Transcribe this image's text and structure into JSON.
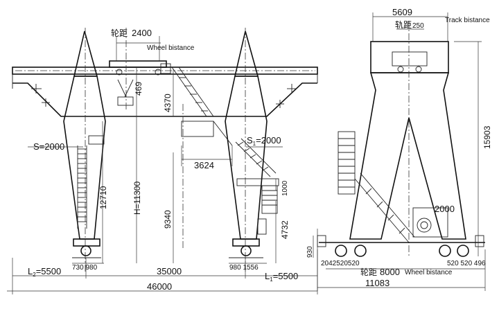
{
  "front_view": {
    "wheel_base_cn": "轮距",
    "wheel_base_value": "2400",
    "wheel_base_en": "Wheel bistance",
    "dim_469": "469",
    "dim_4370": "4370",
    "dim_3624": "3624",
    "hook_height": "H=11300",
    "dim_12710": "12710",
    "dim_9340": "9340",
    "dim_4732": "4732",
    "dim_1000": "1000",
    "hook_approach_left": "S=2000",
    "hook_approach_right_prefix": "S",
    "hook_approach_right_sub": "1",
    "hook_approach_right_suffix": "=2000",
    "dim_730_980": "730 980",
    "dim_980_1556": "980 1556",
    "cantilever_left_prefix": "L",
    "cantilever_left_sub": "2",
    "cantilever_left_suffix": "=5500",
    "span": "35000",
    "cantilever_right_prefix": "L",
    "cantilever_right_sub": "1",
    "cantilever_right_suffix": "=5500",
    "total_length": "46000"
  },
  "side_view": {
    "track_top": "5609",
    "track_label": "Track bistance",
    "trolley_gauge_cn": "轨距",
    "trolley_gauge_value": "250",
    "total_height": "15903",
    "dim_2000": "2000",
    "dim_930": "930",
    "bogie_left": "2042520520",
    "wheel_base_cn": "轮距",
    "wheel_base_value": "8000",
    "wheel_base_en": "Wheel bistance",
    "bogie_right": "520 520 496",
    "overall_width": "11083"
  }
}
